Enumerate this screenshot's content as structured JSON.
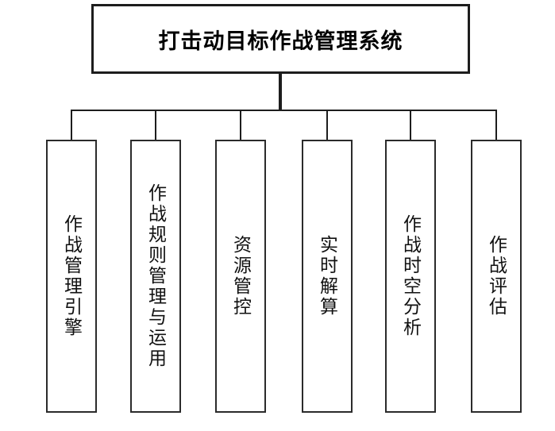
{
  "diagram": {
    "title": "打击动目标作战管理系统",
    "modules": [
      {
        "label": "作战管理引擎"
      },
      {
        "label": "作战规则管理与运用"
      },
      {
        "label": "资源管控"
      },
      {
        "label": "实时解算"
      },
      {
        "label": "作战时空分析"
      },
      {
        "label": "作战评估"
      }
    ],
    "colors": {
      "background": "#ffffff",
      "line": "#1d1d1d",
      "box_border": "#2b2b2b",
      "text": "#000000"
    }
  }
}
